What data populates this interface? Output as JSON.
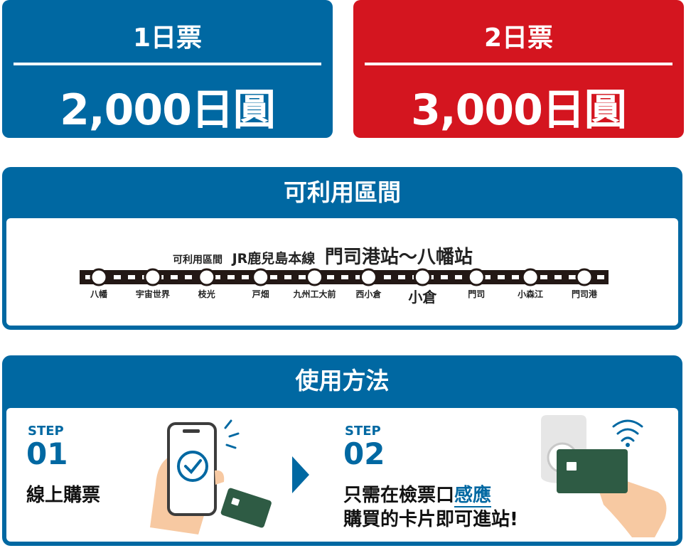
{
  "tickets": [
    {
      "days": "1日票",
      "price": "2,000日圓",
      "color": "#0068a2"
    },
    {
      "days": "2日票",
      "price": "3,000日圓",
      "color": "#d4151f"
    }
  ],
  "route": {
    "title": "可利用區間",
    "label_small": "可利用區間",
    "label_line": "JR鹿兒島本線",
    "label_range": "門司港站～八幡站",
    "stations": [
      "八幡",
      "宇宙世界",
      "枝光",
      "戸畑",
      "九州工大前",
      "西小倉",
      "小倉",
      "門司",
      "小森江",
      "門司港"
    ]
  },
  "usage": {
    "title": "使用方法",
    "step1": {
      "label": "STEP",
      "num": "01",
      "text": "線上購票"
    },
    "step2": {
      "label": "STEP",
      "num": "02",
      "text_prefix": "只需在檢票口",
      "text_highlight": "感應",
      "text_line2": "購買的卡片即可進站!"
    }
  },
  "colors": {
    "blue": "#0068a2",
    "red": "#d4151f"
  }
}
